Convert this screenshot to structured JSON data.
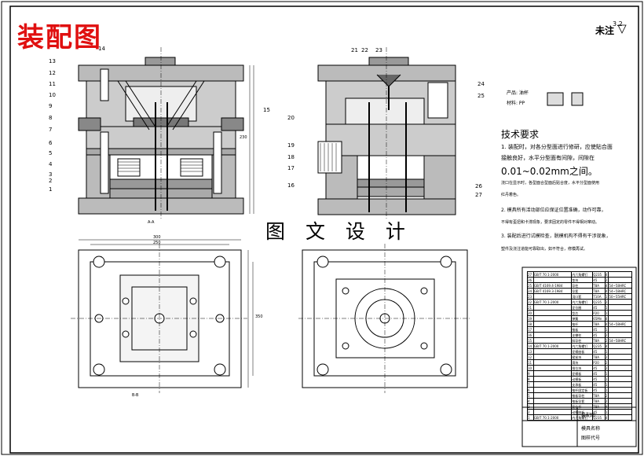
{
  "title": "装配图",
  "watermark": "图 文 设 计",
  "note": "未注",
  "roughness": "3.2",
  "product": {
    "name_label": "产品: 油杯",
    "material_label": "材料: PP"
  },
  "section_label_front": "A-A",
  "section_label_bottom": "B-B",
  "left_numbers": [
    "13",
    "12",
    "11",
    "10",
    "9",
    "8",
    "7",
    "6",
    "5",
    "4",
    "3",
    "2",
    "1"
  ],
  "top_numbers": [
    "14",
    "21",
    "22",
    "23"
  ],
  "right_numbers": [
    "15",
    "24",
    "25",
    "20",
    "19",
    "18",
    "17",
    "16",
    "26",
    "27"
  ],
  "tech": {
    "heading": "技术要求",
    "lines": [
      "1. 装配时，对各分型面进行修研，应使贴合面",
      "接触良好，水平分型面有间隙，间隙在",
      "0.01~0.02mm之间。",
      "浇口在显示时，各型面合型面后贴合度，水平分型面使用",
      "红丹着色。",
      "2. 模具所有活动部位应保证位置准确，动作可靠，",
      "不得有歪扭和卡滞现象，要求固定的零件不得相对窜动。",
      "3. 装配后进行试模检查，脱模机构不得有干涉现象，",
      "塑件及浇注道能可靠取出，如不符合，修模再试。"
    ]
  },
  "dims": {
    "d1": "300",
    "d2": "250",
    "d3": "350",
    "d4": "230"
  },
  "bom_rows": [
    [
      "27",
      "GB/T 70.1-2000",
      "内六角螺钉",
      "Q235",
      "4",
      ""
    ],
    [
      "26",
      "",
      "垫块",
      "45",
      "2",
      ""
    ],
    [
      "25",
      "GB/T 4169.4-1984",
      "导柱",
      "T8A",
      "4",
      "54~58HRC"
    ],
    [
      "24",
      "GB/T 4169.3-1984",
      "导套",
      "T8A",
      "4",
      "54~58HRC"
    ],
    [
      "23",
      "",
      "浇口套",
      "T10A",
      "1",
      "50~55HRC"
    ],
    [
      "22",
      "GB/T 70.1-2000",
      "内六角螺钉",
      "Q235",
      "2",
      ""
    ],
    [
      "21",
      "",
      "定位圈",
      "45",
      "1",
      ""
    ],
    [
      "20",
      "",
      "型芯",
      "P20",
      "1",
      ""
    ],
    [
      "19",
      "",
      "弹簧",
      "65Mn",
      "4",
      ""
    ],
    [
      "18",
      "",
      "推杆",
      "T8A",
      "4",
      "54~58HRC"
    ],
    [
      "17",
      "",
      "推板",
      "45",
      "1",
      ""
    ],
    [
      "16",
      "",
      "支撑柱",
      "45",
      "2",
      ""
    ],
    [
      "15",
      "",
      "斜导柱",
      "T8A",
      "2",
      "54~58HRC"
    ],
    [
      "14",
      "GB/T 70.1-2000",
      "内六角螺钉",
      "Q235",
      "4",
      ""
    ],
    [
      "13",
      "",
      "定模座板",
      "45",
      "1",
      ""
    ],
    [
      "12",
      "",
      "楔紧块",
      "T8A",
      "2",
      ""
    ],
    [
      "11",
      "",
      "滑块",
      "P20",
      "2",
      ""
    ],
    [
      "10",
      "",
      "限位块",
      "45",
      "2",
      ""
    ],
    [
      "9",
      "",
      "定模板",
      "45",
      "1",
      ""
    ],
    [
      "8",
      "",
      "动模板",
      "45",
      "1",
      ""
    ],
    [
      "7",
      "",
      "支承板",
      "45",
      "1",
      ""
    ],
    [
      "6",
      "",
      "推杆固定板",
      "45",
      "1",
      ""
    ],
    [
      "5",
      "",
      "推板导柱",
      "T8A",
      "2",
      ""
    ],
    [
      "4",
      "",
      "推板导套",
      "T8A",
      "2",
      ""
    ],
    [
      "3",
      "",
      "复位杆",
      "T8A",
      "4",
      ""
    ],
    [
      "2",
      "",
      "动模座板",
      "45",
      "1",
      ""
    ],
    [
      "1",
      "GB/T 70.1-2000",
      "内六角螺钉",
      "Q235",
      "4",
      ""
    ]
  ],
  "title_block": {
    "drawing": "装配图",
    "name": "模具名称",
    "code": "图样代号"
  }
}
